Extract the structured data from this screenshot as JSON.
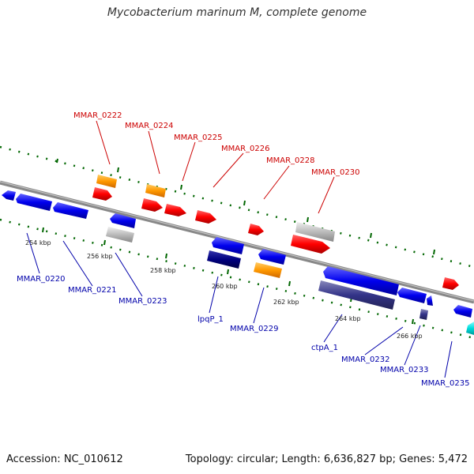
{
  "title": "Mycobacterium marinum M, complete genome",
  "footer": {
    "accession": "Accession: NC_010612",
    "summary": "Topology: circular; Length: 6,636,827 bp; Genes: 5,472"
  },
  "colors": {
    "red": "#ff0000",
    "orange": "#ff9900",
    "blue": "#0000ee",
    "navy": "#000080",
    "slate": "#333388",
    "gray": "#bbbbbb",
    "cyan": "#00dddd",
    "backbone": "#888888",
    "dots": "#006600",
    "top_label": "#cc0000",
    "bottom_label": "#0000aa"
  },
  "top_labels": [
    "MMAR_0222",
    "MMAR_0224",
    "MMAR_0225",
    "MMAR_0226",
    "MMAR_0228",
    "MMAR_0230"
  ],
  "bottom_labels": [
    "MMAR_0220",
    "MMAR_0221",
    "MMAR_0223",
    "lpqP_1",
    "MMAR_0229",
    "ctpA_1",
    "MMAR_0232",
    "MMAR_0233",
    "MMAR_0235"
  ],
  "ticks": [
    "254 kbp",
    "256 kbp",
    "258 kbp",
    "260 kbp",
    "262 kbp",
    "264 kbp",
    "266 kbp"
  ]
}
